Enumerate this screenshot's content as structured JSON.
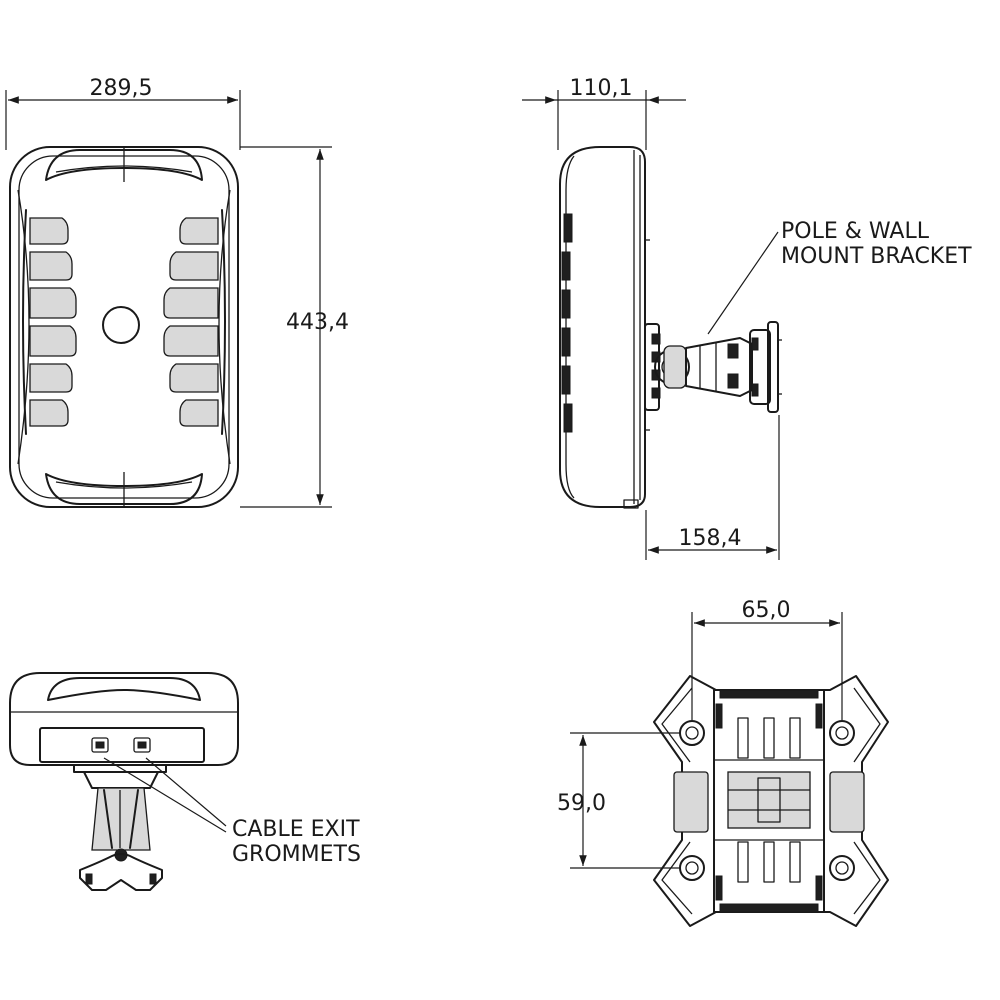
{
  "dimensions": {
    "front_width": "289,5",
    "front_height": "443,4",
    "side_depth": "110,1",
    "bracket_depth": "158,4",
    "plate_width": "65,0",
    "plate_height": "59,0"
  },
  "callouts": {
    "bracket_line1": "POLE & WALL",
    "bracket_line2": "MOUNT BRACKET",
    "cable_line1": "CABLE EXIT",
    "cable_line2": "GROMMETS"
  }
}
